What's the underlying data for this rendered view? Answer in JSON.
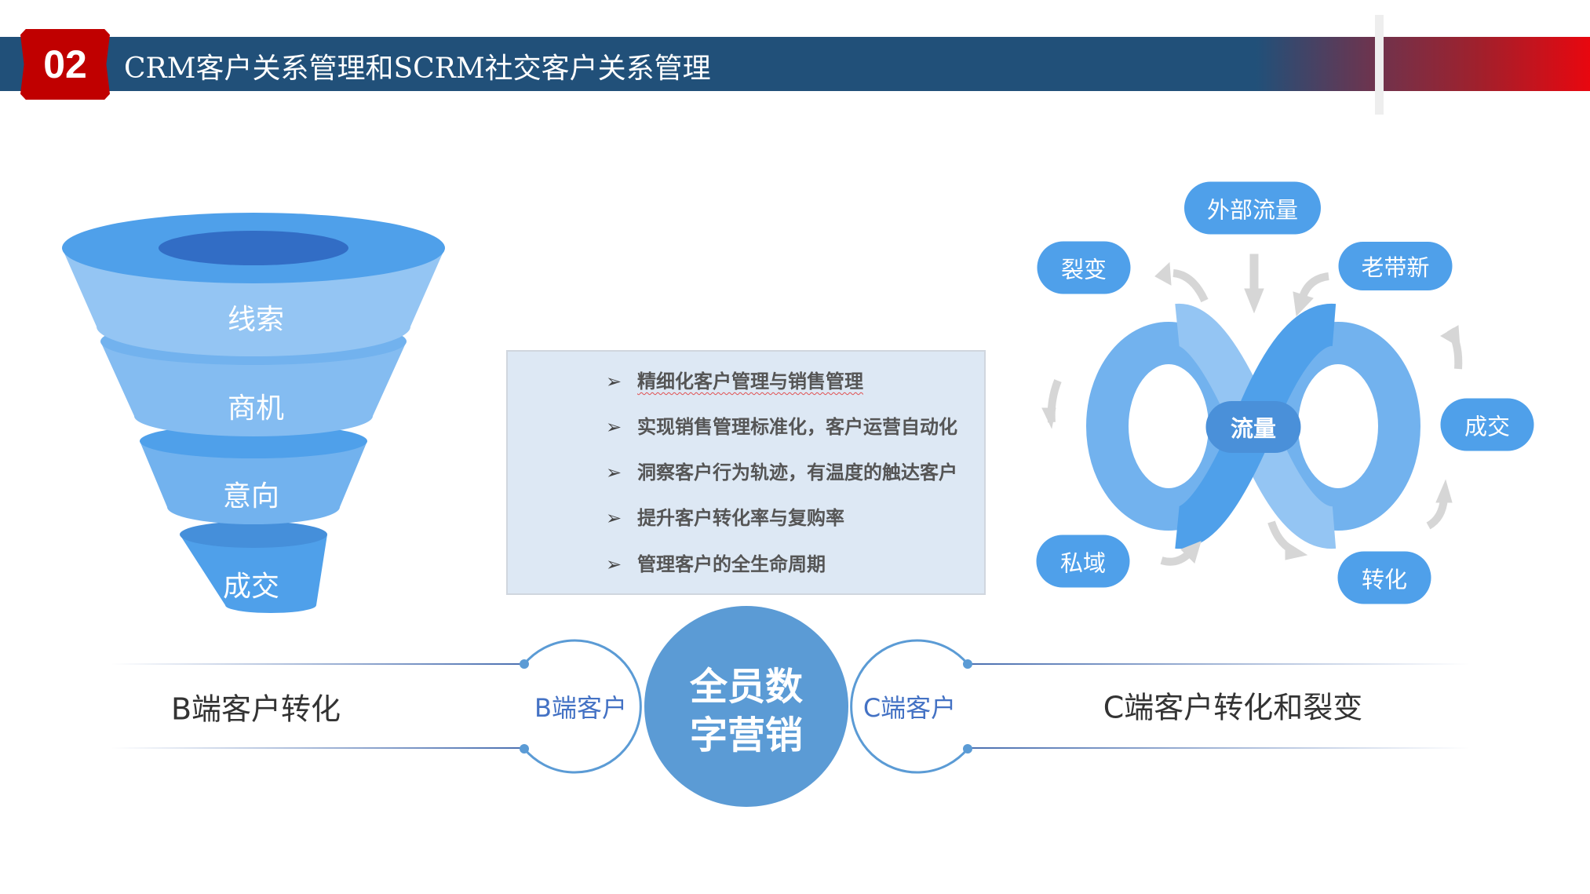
{
  "header": {
    "number": "02",
    "title": "CRM客户关系管理和SCRM社交客户关系管理"
  },
  "funnel": {
    "stages": [
      "线索",
      "商机",
      "意向",
      "成交"
    ]
  },
  "features": {
    "items": [
      "精细化客户管理与销售管理",
      "实现销售管理标准化，客户运营自动化",
      "洞察客户行为轨迹，有温度的触达客户",
      "提升客户转化率与复购率",
      "管理客户的全生命周期"
    ],
    "bullet": "➢"
  },
  "cycle": {
    "center": "流量",
    "nodes": {
      "external": "外部流量",
      "fission": "裂变",
      "referral": "老带新",
      "deal": "成交",
      "private": "私域",
      "conversion": "转化"
    }
  },
  "bottom": {
    "center_line1": "全员数",
    "center_line2": "字营销",
    "b_label": "B端客户",
    "c_label": "C端客户",
    "b_desc": "B端客户转化",
    "c_desc": "C端客户转化和裂变"
  },
  "colors": {
    "header": "#215079",
    "badge": "#c00000",
    "node": "#4fa0ea",
    "center_circle": "#5b9bd5",
    "label_blue": "#4472c4"
  }
}
